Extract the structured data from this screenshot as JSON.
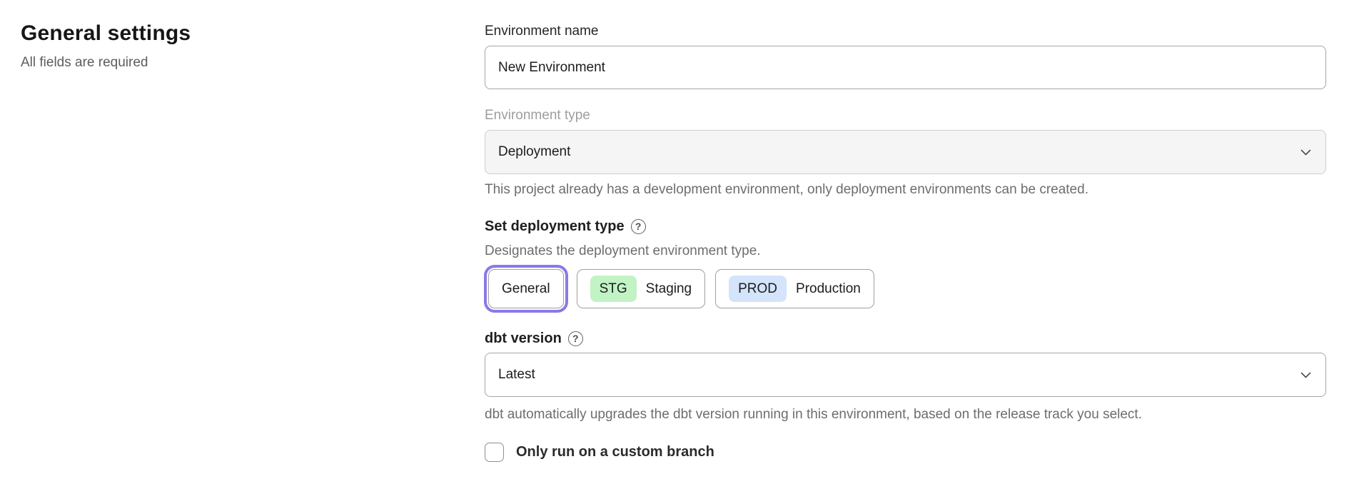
{
  "page": {
    "title": "General settings",
    "subtitle": "All fields are required"
  },
  "icons": {
    "help_glyph": "?"
  },
  "colors": {
    "accent_purple": "#8b79e8",
    "badge_green_bg": "#c1f3c4",
    "badge_blue_bg": "#d3e4fb",
    "disabled_field_bg": "#f5f5f5"
  },
  "form": {
    "environment_name": {
      "label": "Environment name",
      "value": "New Environment"
    },
    "environment_type": {
      "label": "Environment type",
      "selected": "Deployment",
      "disabled": true,
      "helper": "This project already has a development environment, only deployment environments can be created."
    },
    "deployment_type": {
      "label": "Set deployment type",
      "description": "Designates the deployment environment type.",
      "options": [
        {
          "label": "General",
          "badge": "",
          "selected": true
        },
        {
          "label": "Staging",
          "badge": "STG",
          "selected": false
        },
        {
          "label": "Production",
          "badge": "PROD",
          "selected": false
        }
      ]
    },
    "dbt_version": {
      "label": "dbt version",
      "selected": "Latest",
      "helper": "dbt automatically upgrades the dbt version running in this environment, based on the release track you select."
    },
    "custom_branch": {
      "label": "Only run on a custom branch",
      "checked": false
    }
  }
}
